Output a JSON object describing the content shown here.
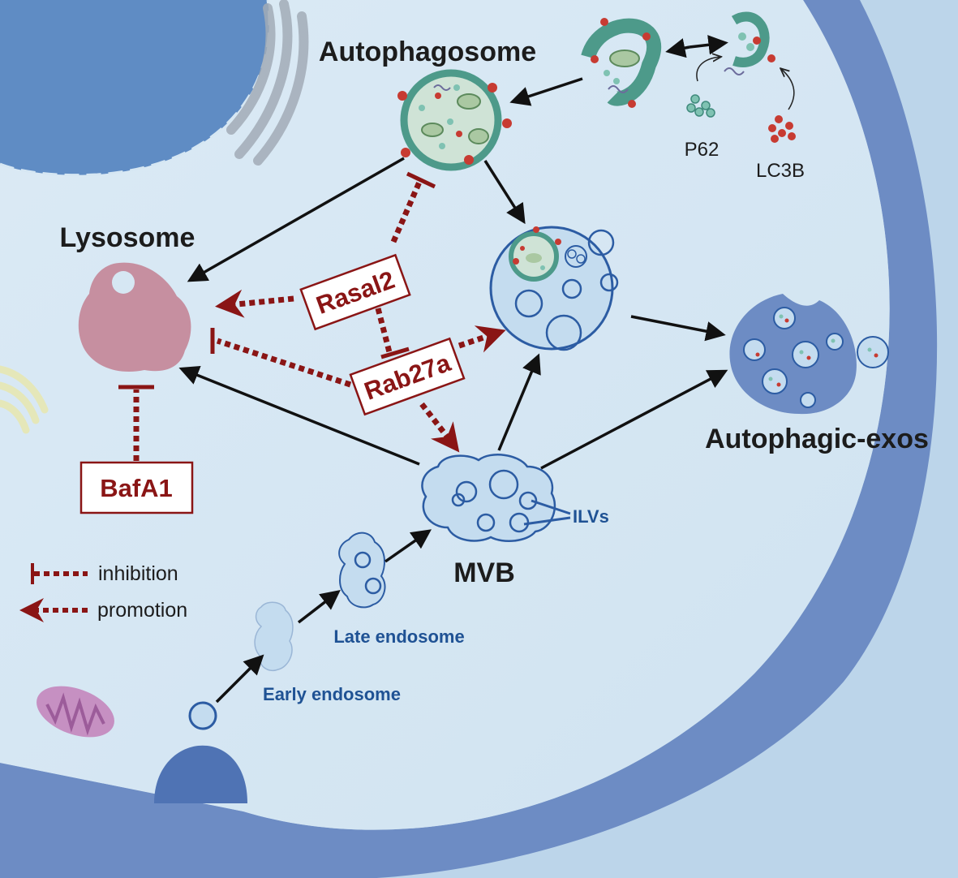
{
  "labels": {
    "autophagosome": "Autophagosome",
    "lysosome": "Lysosome",
    "p62": "P62",
    "lc3b": "LC3B",
    "mvb": "MVB",
    "ilvs": "ILVs",
    "late_endosome": "Late endosome",
    "early_endosome": "Early endosome",
    "autophagic_exos": "Autophagic-exos"
  },
  "regulators": {
    "rasal2": "Rasal2",
    "rab27a": "Rab27a",
    "bafa1": "BafA1"
  },
  "legend": {
    "inhibition": "inhibition",
    "promotion": "promotion"
  },
  "colors": {
    "cytoplasm": "#d6e7f3",
    "membrane": "#6d8cc4",
    "nucleus": "#5f8cc4",
    "regulator": "#8a1515",
    "lysosome": "#c68fa0",
    "autophagosome_fill": "#cfe3d6",
    "vesicle_fill": "#c4dcef"
  }
}
